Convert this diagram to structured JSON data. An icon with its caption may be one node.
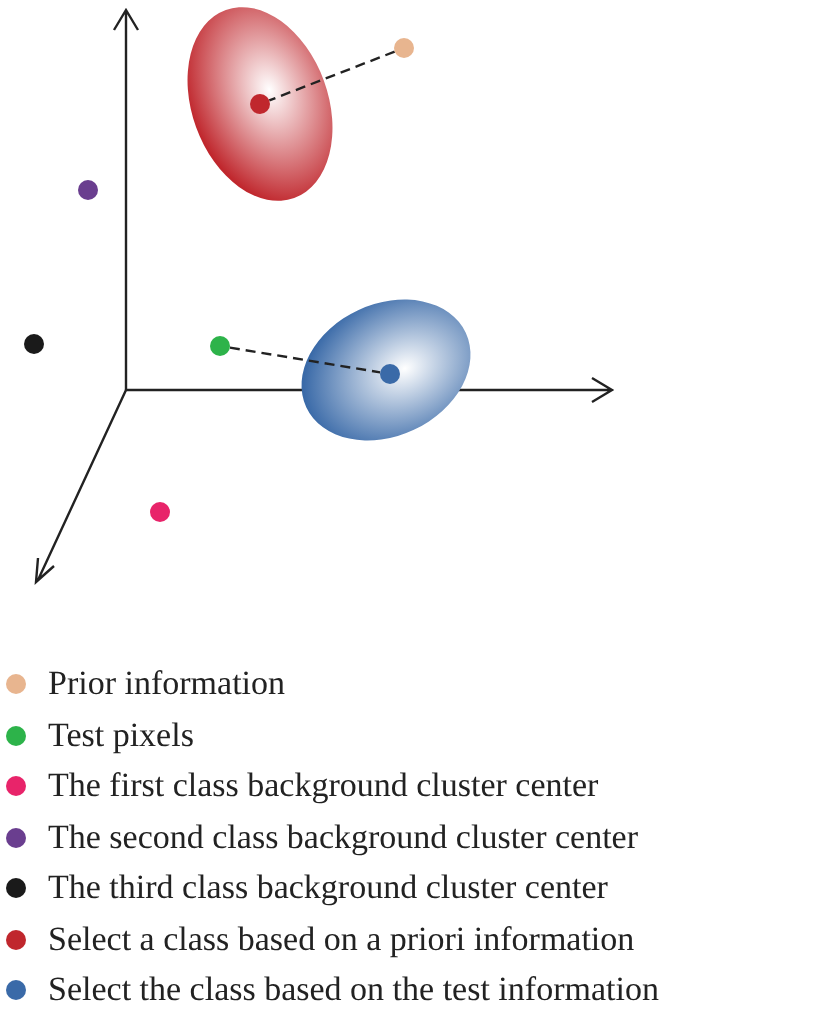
{
  "diagram": {
    "nodes": [
      {
        "text": [],
        "shape": "circle"
      },
      {
        "text": [],
        "shape": "circle"
      },
      {
        "text": [],
        "shape": "circle"
      },
      {
        "text": [],
        "shape": "circle"
      }
    ],
    "edges": [
      {
        "from": 0,
        "to": 1,
        "arrow": "none",
        "style": "dashed"
      },
      {
        "from": 2,
        "to": 3,
        "arrow": "none",
        "style": "dashed"
      }
    ],
    "legend": [
      {
        "text": "Prior information",
        "color": "#e8b58f"
      },
      {
        "text": "Test pixels",
        "color": "#2db34a"
      },
      {
        "text": "The first class background cluster center",
        "color": "#e8246a"
      },
      {
        "text": "The second class background cluster center",
        "color": "#6a3e8f"
      },
      {
        "text": "The third class background cluster center",
        "color": "#1a1a1a"
      },
      {
        "text": "Select a class based on a priori information",
        "color": "#c0272d"
      },
      {
        "text": "Select the class based on the test information",
        "color": "#3a6aa8"
      }
    ]
  }
}
